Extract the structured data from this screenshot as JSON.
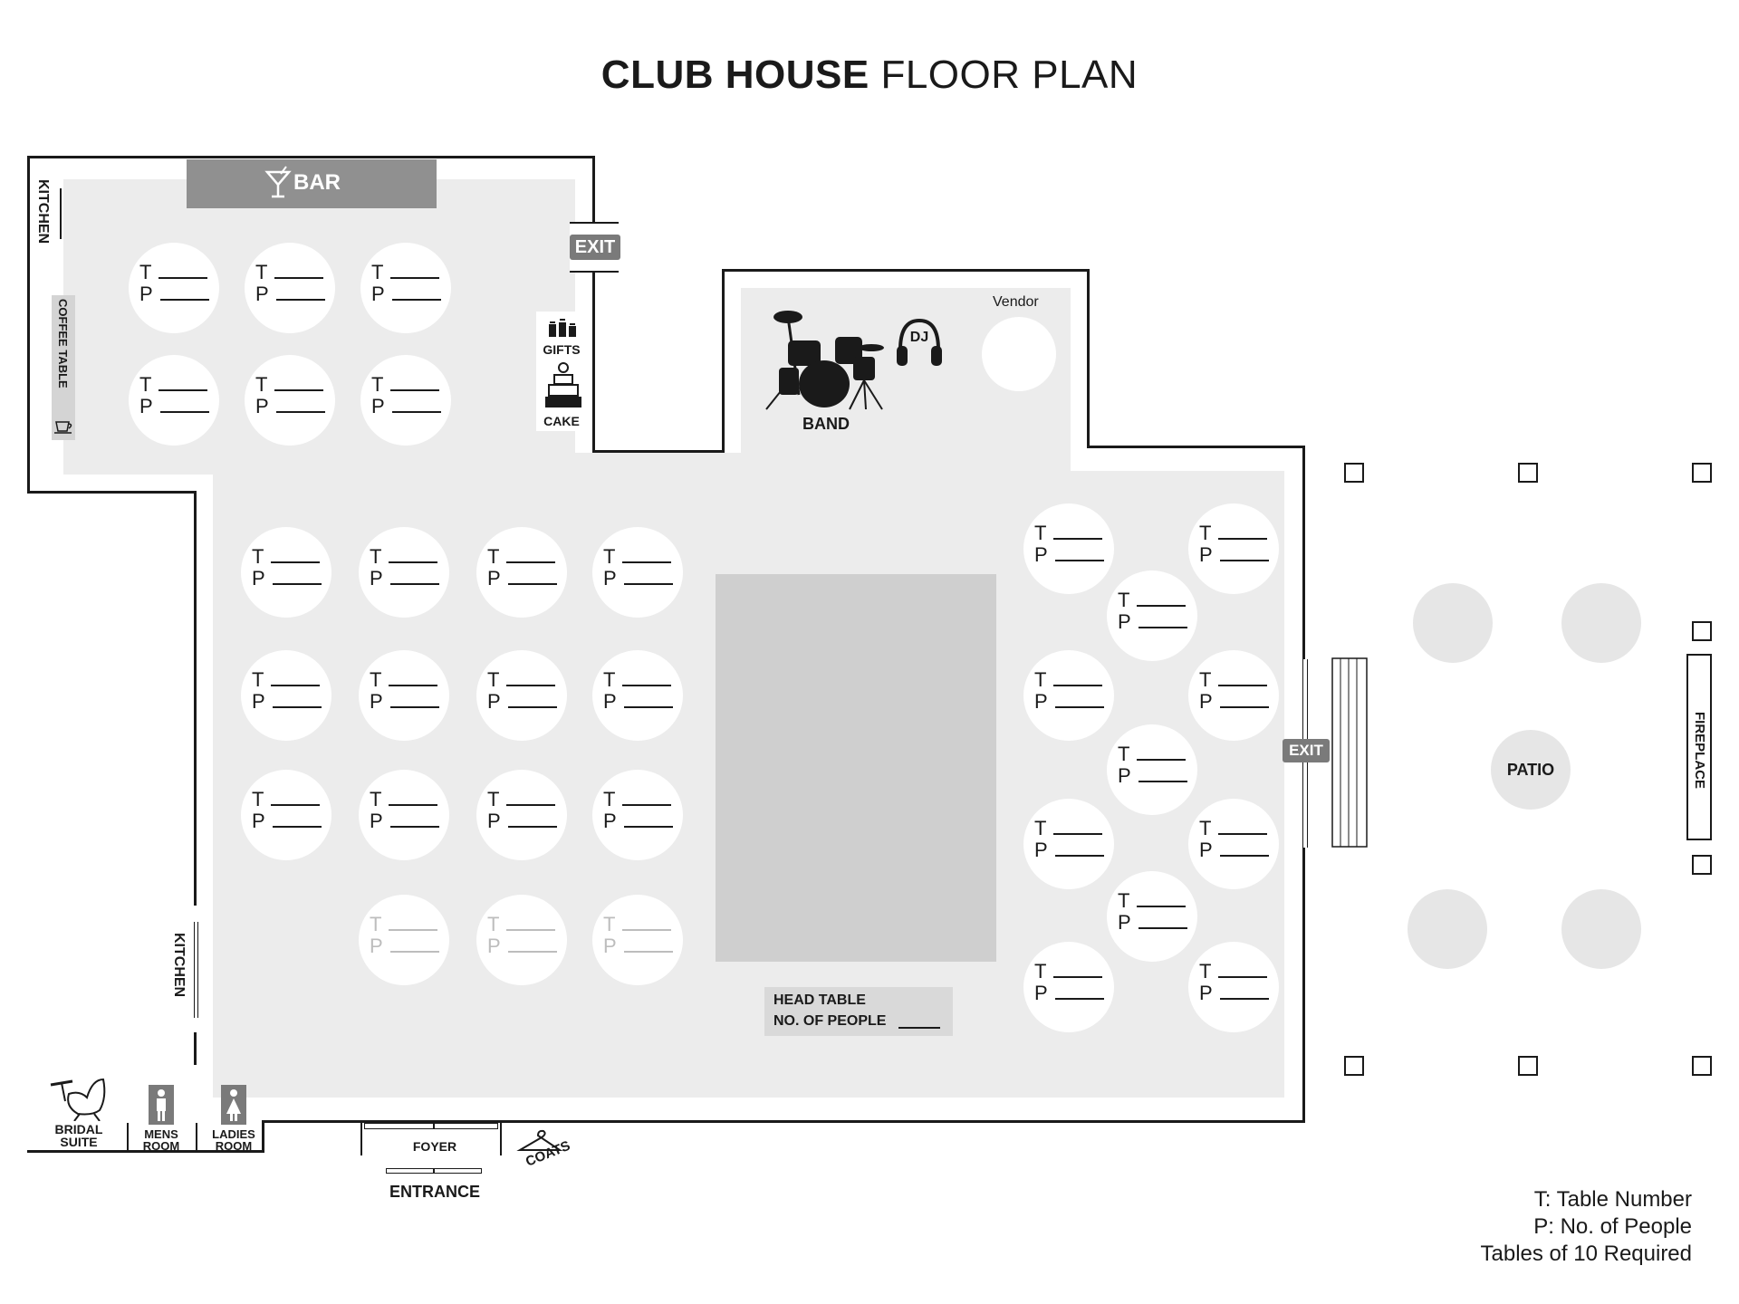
{
  "title": {
    "bold": "CLUB HOUSE",
    "light": "FLOOR PLAN"
  },
  "labels": {
    "bar": "BAR",
    "exit": "EXIT",
    "kitchen": "KITCHEN",
    "coffee_table": "COFFEE TABLE",
    "gifts": "GIFTS",
    "cake": "CAKE",
    "band": "BAND",
    "dj": "DJ",
    "vendor": "Vendor",
    "patio": "PATIO",
    "fireplace": "FIREPLACE",
    "head_table": "HEAD TABLE",
    "no_of_people": "NO. OF PEOPLE",
    "bridal_suite_1": "BRIDAL",
    "bridal_suite_2": "SUITE",
    "mens_room_1": "MENS",
    "mens_room_2": "ROOM",
    "ladies_room_1": "LADIES",
    "ladies_room_2": "ROOM",
    "foyer": "FOYER",
    "entrance": "ENTRANCE",
    "coats": "COATS"
  },
  "table_labels": {
    "t": "T",
    "p": "P"
  },
  "legend": {
    "t": "T: Table Number",
    "p": "P: No. of People",
    "note": "Tables of 10 Required"
  },
  "colors": {
    "wall": "#1a1a1a",
    "floor": "#ececec",
    "bar": "#909090",
    "dance_floor": "#cfcfcf",
    "exit_sign": "#7a7a7a"
  }
}
